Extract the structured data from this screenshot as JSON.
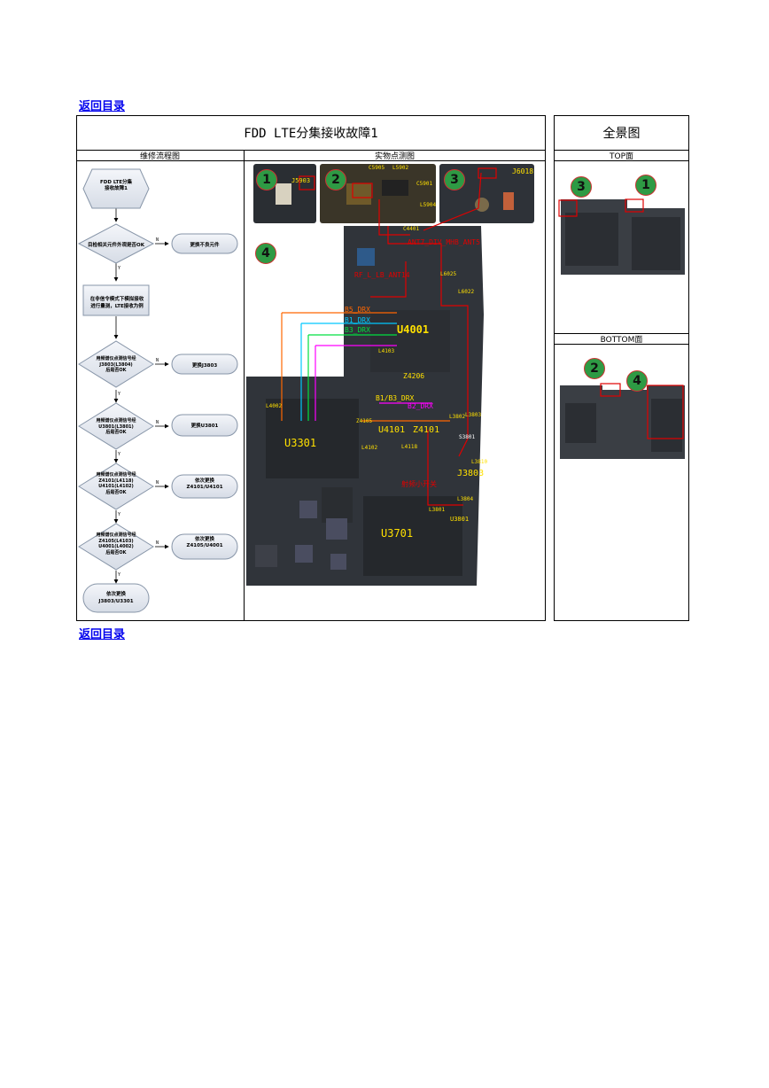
{
  "nav": {
    "back_top": "返回目录",
    "back_bottom": "返回目录"
  },
  "main": {
    "title": "FDD LTE分集接收故障1",
    "col_flow": "维修流程图",
    "col_photo": "实物点测图"
  },
  "side": {
    "title": "全景图",
    "top_label": "TOP面",
    "bottom_label": "BOTTOM面"
  },
  "flow": {
    "start": "FDD LTE分集\n接收故障1",
    "step1": "目检相关元件外观是否OK",
    "step1_action": "更换不良元件",
    "step2": "在非信令模式下模拟接收\n进行量测，LTE接收为例",
    "step3": "用频谱仪点测信号经\nJ3803(L3804)\n后是否OK",
    "step3_action": "更换J3803",
    "step4": "用频谱仪点测信号经\nU3801(L3801)\n后是否OK",
    "step4_action": "更换U3801",
    "step5": "用频谱仪点测信号经\nZ4101(L4118)\nU4101(L4102)\n后是否OK",
    "step5_action": "依次更换\nZ4101/U4101",
    "step6": "用频谱仪点测信号经\nZ4105(L4103)\nU4001(L4002)\n后是否OK",
    "step6_action": "依次更换\nZ4105/U4001",
    "end": "依次更换\nJ3803/U3301",
    "yes": "Y",
    "no": "N"
  },
  "photo": {
    "nums": [
      "1",
      "2",
      "3",
      "4"
    ],
    "labels": {
      "j5903": "J5903",
      "c5905": "C5905",
      "l5902": "L5902",
      "c5901": "C5901",
      "l5904": "L5904",
      "j6018": "J6018",
      "c4401": "C4401",
      "ant": "ANT7_DIV_MHB_ANT5",
      "ant14": "RF_L_LB_ANT14",
      "l6025": "L6025",
      "l6022": "L6022",
      "b5": "B5_DRX",
      "b1": "B1_DRX",
      "b3": "B3_DRX",
      "u4001": "U4001",
      "l4103": "L4103",
      "z4206": "Z4206",
      "l4002": "L4002",
      "b1b3": "B1/B3_DRX",
      "b2": "B2_DRX",
      "z4105": "Z4105",
      "u4101": "U4101",
      "z4101": "Z4101",
      "l3802": "L3802",
      "l3803": "L3803",
      "s3801": "S3801",
      "l4102": "L4102",
      "l4118": "L4118",
      "u3301": "U3301",
      "l3810": "L3810",
      "j3803": "J3803",
      "signal": "射频小开关",
      "l3804": "L3804",
      "l3801": "L3801",
      "u3801": "U3801",
      "u3701": "U3701"
    }
  },
  "colors": {
    "link": "#0000ee",
    "badge": "#2e9a44",
    "marker": "#e00000",
    "b5": "#ff6600",
    "b1": "#00c8ff",
    "b3": "#00e040",
    "drx": "#ff00ff"
  }
}
